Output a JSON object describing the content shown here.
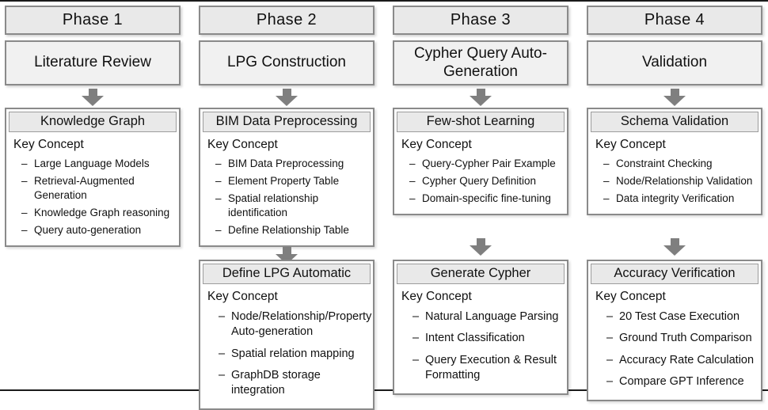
{
  "bullet_char": "–",
  "key_concept_label": "Key Concept",
  "colors": {
    "box_fill": "#e9e9e9",
    "title_fill": "#f1f1f1",
    "border": "#8a8a8a",
    "arrow": "#7f7f7f",
    "text": "#111111"
  },
  "columns": [
    {
      "phase": "Phase 1",
      "title": "Literature Review",
      "boxes": [
        {
          "header": "Knowledge Graph",
          "items": [
            "Large Language Models",
            "Retrieval-Augmented Generation",
            "Knowledge Graph reasoning",
            "Query auto-generation"
          ]
        }
      ]
    },
    {
      "phase": "Phase 2",
      "title": "LPG Construction",
      "boxes": [
        {
          "header": "BIM Data Preprocessing",
          "items": [
            "BIM Data Preprocessing",
            "Element Property Table",
            "Spatial relationship identification",
            "Define Relationship Table"
          ]
        },
        {
          "header": "Define LPG Automatic",
          "items": [
            "Node/Relationship/Property Auto-generation",
            "Spatial relation mapping",
            "GraphDB storage integration"
          ]
        }
      ]
    },
    {
      "phase": "Phase 3",
      "title": "Cypher Query Auto-Generation",
      "boxes": [
        {
          "header": "Few-shot Learning",
          "items": [
            "Query-Cypher Pair Example",
            "Cypher Query Definition",
            "Domain-specific fine-tuning"
          ]
        },
        {
          "header": "Generate Cypher",
          "items": [
            "Natural Language Parsing",
            "Intent Classification",
            "Query Execution & Result Formatting"
          ]
        }
      ]
    },
    {
      "phase": "Phase 4",
      "title": "Validation",
      "boxes": [
        {
          "header": "Schema Validation",
          "items": [
            "Constraint Checking",
            "Node/Relationship Validation",
            "Data integrity Verification"
          ]
        },
        {
          "header": "Accuracy Verification",
          "items": [
            "20 Test Case Execution",
            "Ground Truth Comparison",
            "Accuracy Rate Calculation",
            "Compare GPT Inference"
          ]
        }
      ]
    }
  ]
}
